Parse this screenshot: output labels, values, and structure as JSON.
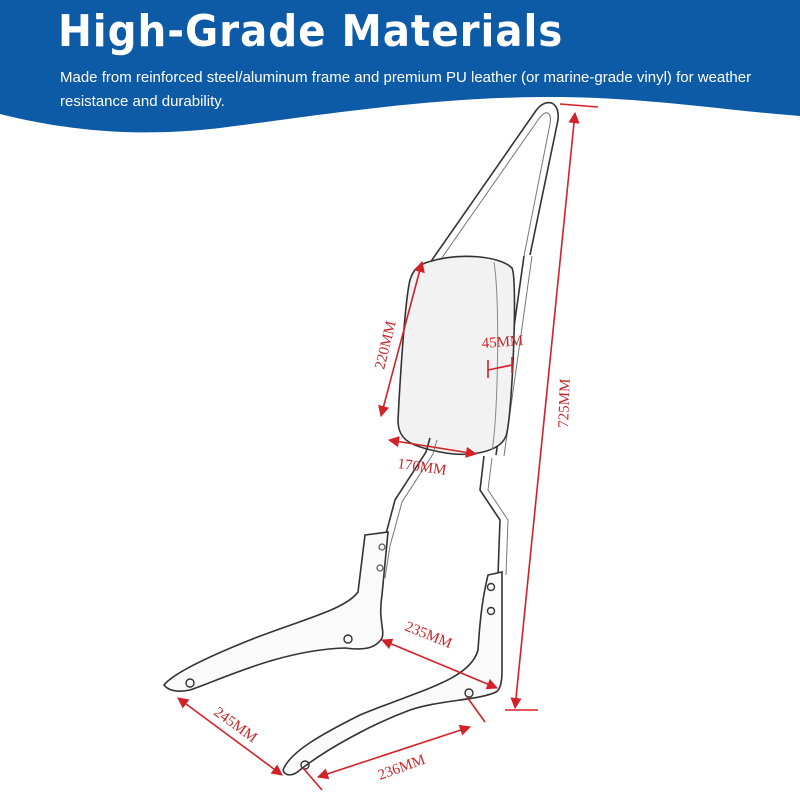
{
  "header": {
    "title": "High-Grade Materials",
    "subtitle": "Made from reinforced steel/aluminum frame and premium PU leather (or marine-grade vinyl) for weather resistance and durability.",
    "banner_color": "#0d5aa7",
    "text_color": "#ffffff"
  },
  "diagram": {
    "subject": "motorcycle sissy bar backrest with pad",
    "dimension_color": "#c8262a",
    "dimensions": {
      "pad_height": "220MM",
      "pad_thickness": "45MM",
      "pad_width": "170MM",
      "overall_height": "725MM",
      "plate_spacing": "235MM",
      "left_plate_length": "245MM",
      "right_plate_length": "236MM"
    }
  }
}
